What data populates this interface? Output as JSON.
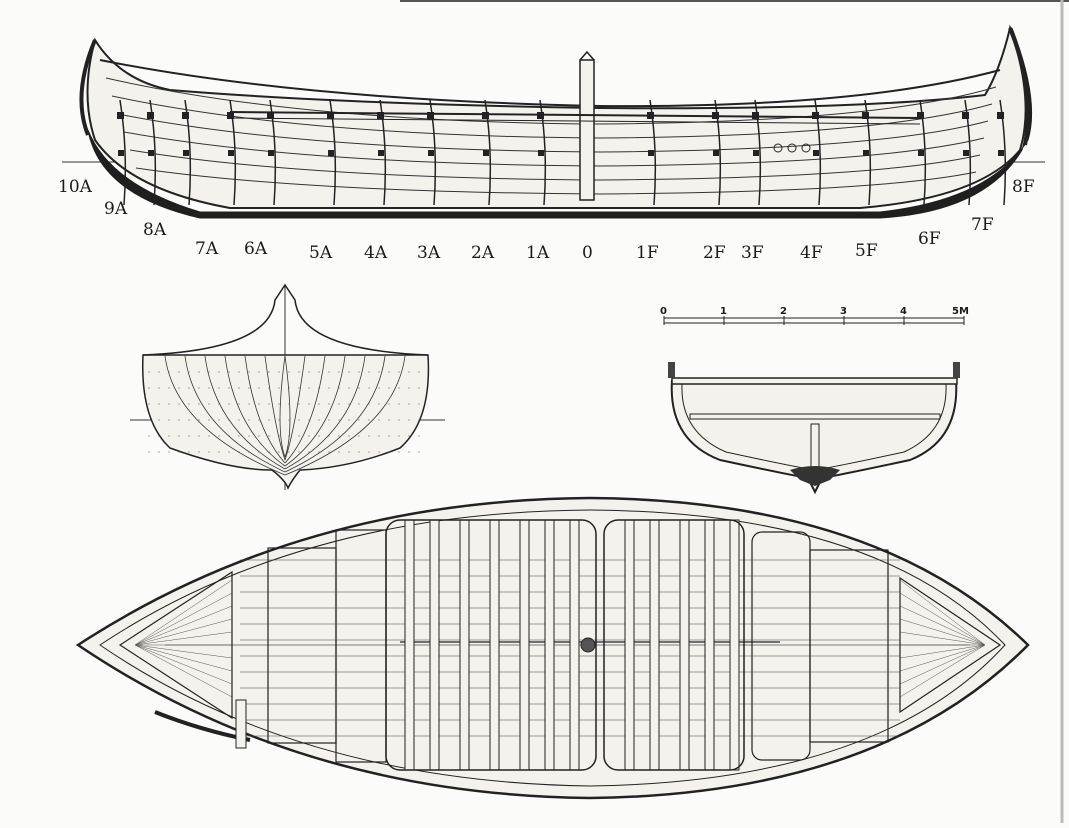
{
  "frame_labels": {
    "aft": [
      "10A",
      "9A",
      "8A",
      "7A",
      "6A",
      "5A",
      "4A",
      "3A",
      "2A",
      "1A"
    ],
    "midship": "0",
    "fore": [
      "1F",
      "2F",
      "3F",
      "4F",
      "5F",
      "6F",
      "7F",
      "8F"
    ]
  },
  "scale_bar": {
    "ticks": [
      "0",
      "1",
      "2",
      "3",
      "4",
      "5M"
    ]
  },
  "colors": {
    "ink": "#222222",
    "paper": "#fbfbf9",
    "hull_fill": "#f4f2ec"
  }
}
